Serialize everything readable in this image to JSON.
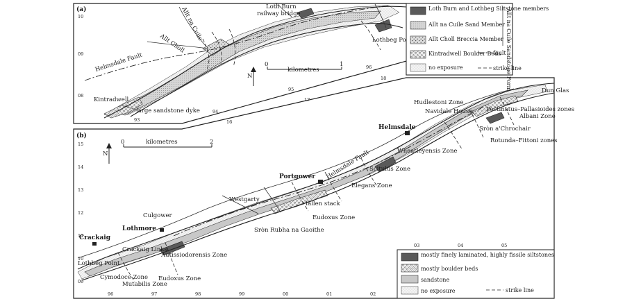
{
  "panel_a": {
    "label": "(a)",
    "places": {
      "loth_burn": "Loth Burn",
      "railway_bridge": "railway bridge",
      "allt_choll": "Allt Choll",
      "allt_na_cuile": "Allt na Cuile",
      "lothbeg_point": "Lothbeg Point",
      "helmsdale_fault": "Helmsdale Fault",
      "kintradwell": "Kintradwell",
      "large_dyke": "large sandstone dyke"
    },
    "scale": {
      "zero": "0",
      "unit": "kilometres",
      "max": "1"
    },
    "north": "N",
    "grid_y": [
      "10",
      "09",
      "08"
    ],
    "grid_x": [
      "93",
      "94",
      "95",
      "96"
    ],
    "grid_oblique": [
      "16",
      "17",
      "18"
    ],
    "legend": {
      "items": [
        "Loth Burn and Lothbeg Siltstone members",
        "Allt na Cuile Sand Member",
        "Allt Choll Breccia Member",
        "Kintradwell Boulder Beds",
        "no exposure"
      ],
      "formation": "Allt na Cuile Sandstone Formation",
      "fault": "fault",
      "strike": "strike line"
    }
  },
  "panel_b": {
    "label": "(b)",
    "places": {
      "helmsdale": "Helmsdale",
      "navidale": "Navidale House",
      "dun_glas": "Dun Glas",
      "portgower": "Portgower",
      "westgarty": "Westgarty",
      "culgower": "Culgower",
      "lothmore": "Lothmore",
      "crackaig": "Crackaig",
      "crackaig_links": "Crackaig Links",
      "lothbeg_point": "Lothbeg Point",
      "sron_rubha": "Sròn Rubha na Gaoithe",
      "sron_chrochair": "Sròn a'Chrochair",
      "fallen_stack": "fallen stack",
      "helmsdale_fault": "Helmsdale Fault"
    },
    "zones": {
      "pectinatus": "Pectinatus–Pallasioides zones",
      "hudlestoni": "Hudlestoni Zone",
      "albani": "Albani Zone",
      "rotunda": "Rotunda–Fittoni zones",
      "wheatleyensis": "Wheatleyensis Zone",
      "scitulus": "Scitulus Zone",
      "elegans": "Elegans Zone",
      "eudoxus": "Eudoxus Zone",
      "autissiodorensis": "Autissiodorensis Zone",
      "cymodoce": "Cymodoce Zone",
      "mutabilis": "Mutabilis Zone",
      "eudoxus2": "Eudoxus Zone"
    },
    "scale": {
      "zero": "0",
      "unit": "kilometres",
      "max": "2"
    },
    "north": "N",
    "grid_y": [
      "15",
      "14",
      "13",
      "12",
      "11",
      "10",
      "09"
    ],
    "grid_x": [
      "96",
      "97",
      "98",
      "99",
      "00",
      "01",
      "02",
      "03",
      "04",
      "05"
    ],
    "legend": {
      "items": [
        "mostly finely laminated, highly fissile siltstones",
        "mostly boulder beds",
        "sandstone",
        "no exposure"
      ],
      "strike": "strike line"
    }
  },
  "colors": {
    "ink": "#222222",
    "sandstone": "#c8c8c8",
    "siltstone": "#5a5a5a",
    "paper": "#ffffff"
  }
}
